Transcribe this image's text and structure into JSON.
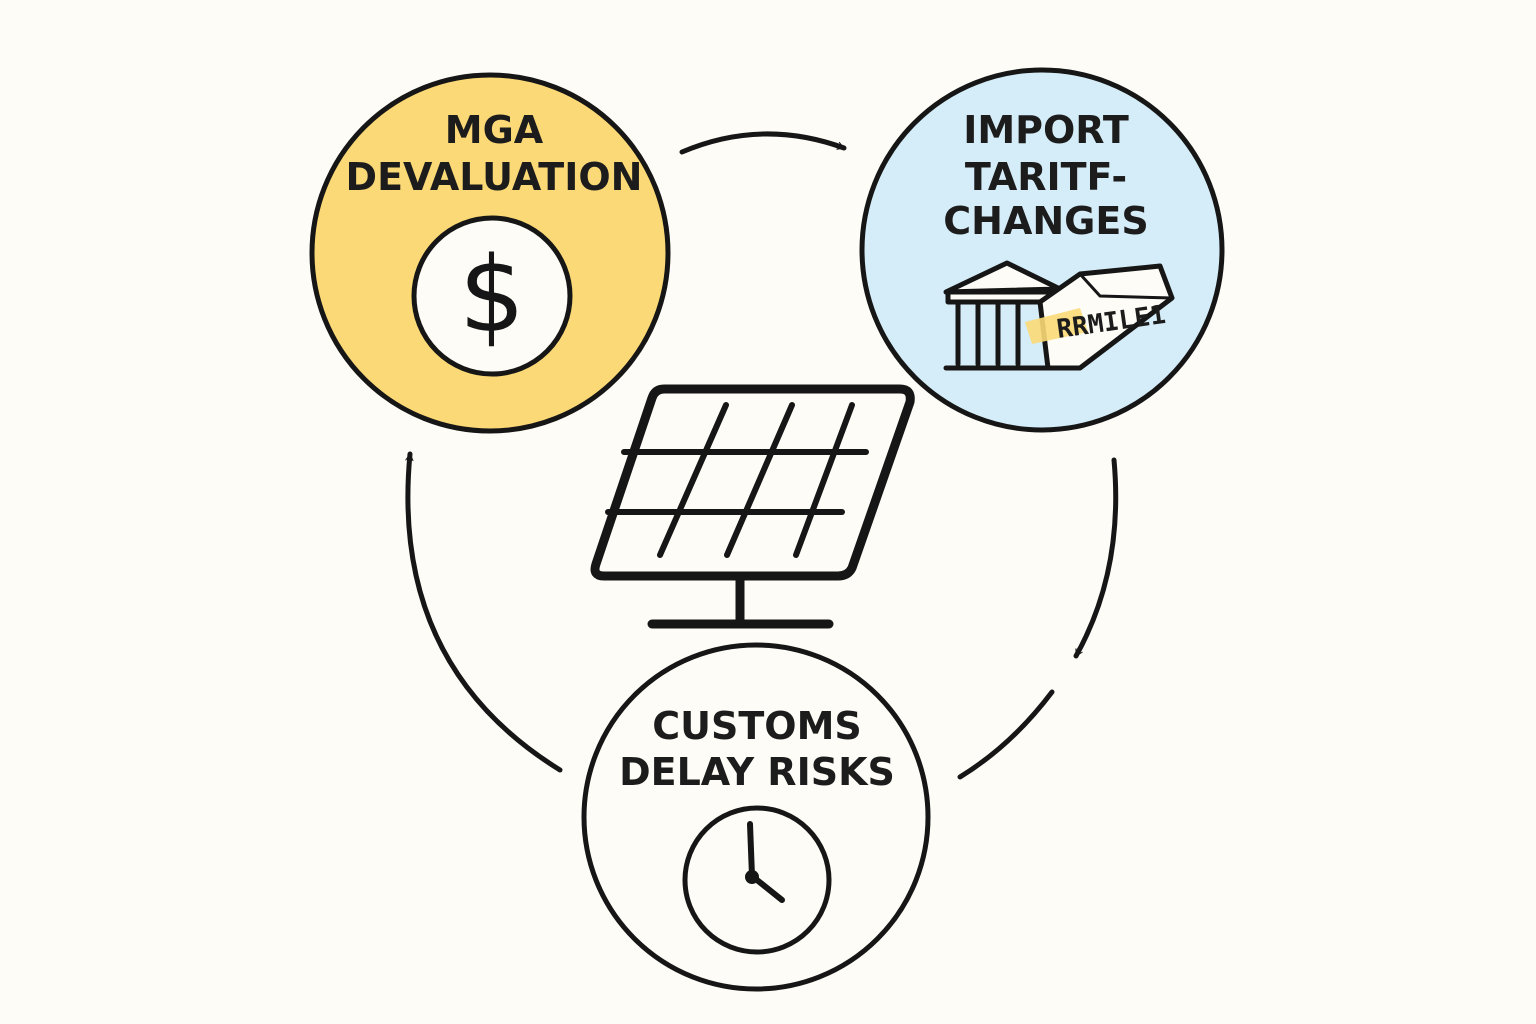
{
  "nodes": {
    "devaluation": {
      "line1": "MGA",
      "line2": "DEVALUATION",
      "icon": "dollar-icon",
      "glyph": "$",
      "fill": "#fbd976"
    },
    "tariff": {
      "line1": "IMPORT",
      "line2": "TARITF-",
      "line3": "CHANGES",
      "icon": "customs-building-icon",
      "sign_text": "RRMILE1",
      "fill": "#d5edf8"
    },
    "customs": {
      "line1": "CUSTOMS",
      "line2": "DELAY RISKS",
      "icon": "clock-icon",
      "fill": "#fdfcf7"
    }
  },
  "center": {
    "icon": "solar-panel-icon"
  },
  "colors": {
    "background": "#fdfcf7",
    "stroke": "#161616",
    "yellow": "#fbd976",
    "blue": "#d5edf8"
  }
}
